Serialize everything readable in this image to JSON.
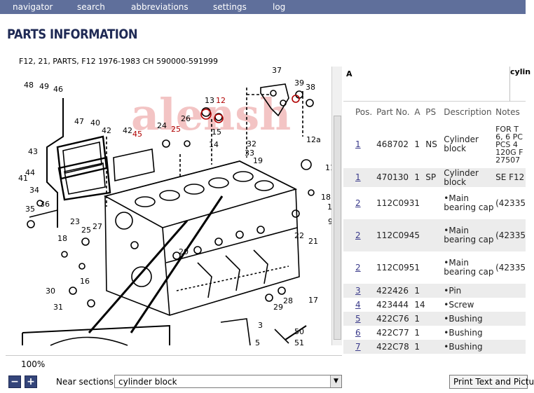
{
  "nav": [
    "navigator",
    "search",
    "abbreviations",
    "settings",
    "log"
  ],
  "page_title": "PARTS INFORMATION",
  "breadcrumb": "F12, 21, PARTS, F12 1976-1983 CH 590000-591999",
  "watermark": "alensh",
  "zoom_level": "100%",
  "zoom_minus": "−",
  "zoom_plus": "+",
  "near_sections_label": "Near sections",
  "near_sections_value": "cylinder block",
  "print_label": "Print Text and Pictu",
  "table_header_a": "A",
  "table_header_desc": "cylin",
  "columns": [
    "Pos.",
    "Part No.",
    "A",
    "PS",
    "Description",
    "Notes"
  ],
  "rows": [
    {
      "pos": "1",
      "partno": "468702",
      "a": "1",
      "ps": "NS",
      "desc": "Cylinder block",
      "notes": "FOR T\n6, 6 PC\nPCS 4\n120G F\n27507"
    },
    {
      "pos": "1",
      "partno": "470130",
      "a": "1",
      "ps": "SP",
      "desc": "Cylinder block",
      "notes": "SE F12"
    },
    {
      "pos": "2",
      "partno": "112C093",
      "a": "1",
      "ps": "",
      "desc": "•Main bearing cap",
      "notes": "(42335"
    },
    {
      "pos": "2",
      "partno": "112C094",
      "a": "5",
      "ps": "",
      "desc": "•Main bearing cap",
      "notes": "(42335"
    },
    {
      "pos": "2",
      "partno": "112C095",
      "a": "1",
      "ps": "",
      "desc": "•Main bearing cap",
      "notes": "(42335"
    },
    {
      "pos": "3",
      "partno": "422426",
      "a": "1",
      "ps": "",
      "desc": "•Pin",
      "notes": ""
    },
    {
      "pos": "4",
      "partno": "423444",
      "a": "14",
      "ps": "",
      "desc": "•Screw",
      "notes": ""
    },
    {
      "pos": "5",
      "partno": "422C76",
      "a": "1",
      "ps": "",
      "desc": "•Bushing",
      "notes": ""
    },
    {
      "pos": "6",
      "partno": "422C77",
      "a": "1",
      "ps": "",
      "desc": "•Bushing",
      "notes": ""
    },
    {
      "pos": "7",
      "partno": "422C78",
      "a": "1",
      "ps": "",
      "desc": "•Bushing",
      "notes": ""
    }
  ],
  "diagram_labels": [
    "48",
    "49",
    "46",
    "47",
    "40",
    "42",
    "42",
    "45",
    "43",
    "44",
    "41",
    "34",
    "35",
    "36",
    "23",
    "25",
    "27",
    "18",
    "24",
    "26",
    "25",
    "13",
    "12",
    "15",
    "14",
    "37",
    "39",
    "38",
    "32",
    "33",
    "19",
    "12a",
    "11",
    "18",
    "1",
    "22",
    "21",
    "9",
    "20",
    "16",
    "30",
    "31",
    "29",
    "28",
    "17",
    "3",
    "50",
    "51",
    "5"
  ],
  "colors": {
    "nav_bg": "#5f6f9b",
    "title": "#1f2a55",
    "button": "#34457a",
    "row_alt": "#ececec",
    "watermark": "#f3c4c4"
  }
}
